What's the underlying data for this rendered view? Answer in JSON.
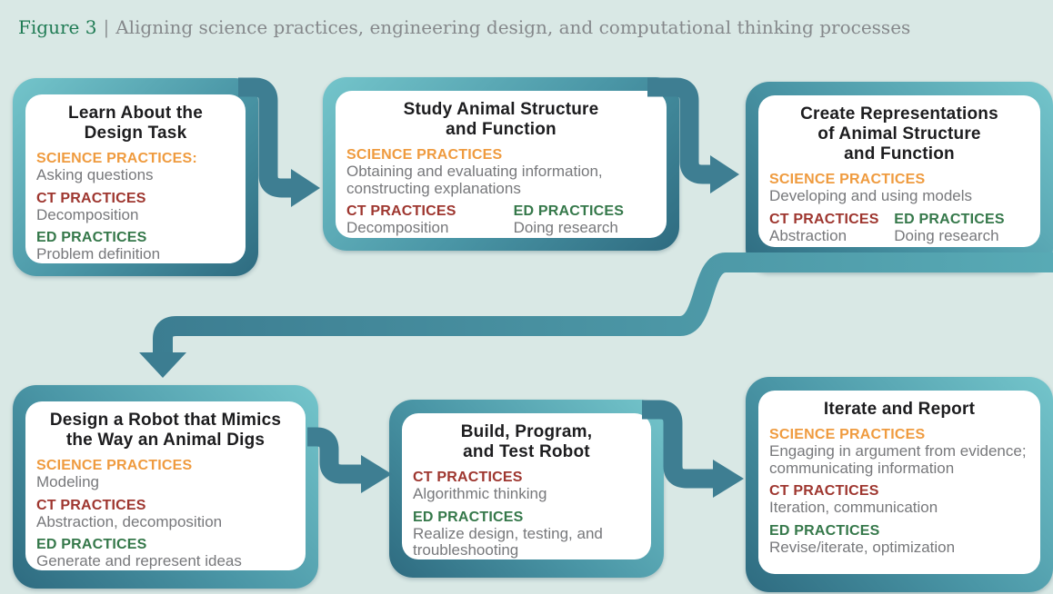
{
  "title": {
    "figure_label": "Figure 3",
    "separator": "|",
    "text": "Aligning science practices, engineering design, and computational thinking processes"
  },
  "colors": {
    "background": "#d9e8e5",
    "frame_light": "#74c5cb",
    "frame_dark": "#2e6b80",
    "connector": "#3e7e92",
    "science_label": "#ef9b3f",
    "ct_label": "#9e362f",
    "ed_label": "#35784a",
    "body_text": "#77787b",
    "heading_text": "#1d1d1f",
    "figure_label_green": "#1f7b54"
  },
  "boxes": [
    {
      "title": "Learn About the\nDesign Task",
      "sections": [
        {
          "type": "science",
          "label": "SCIENCE PRACTICES:",
          "text": "Asking questions"
        },
        {
          "type": "ct",
          "label": "CT PRACTICES",
          "text": "Decomposition"
        },
        {
          "type": "ed",
          "label": "ED PRACTICES",
          "text": "Problem definition"
        }
      ]
    },
    {
      "title": "Study Animal Structure\nand Function",
      "sections": [
        {
          "type": "science",
          "label": "SCIENCE PRACTICES",
          "text": "Obtaining and evaluating information, constructing explanations"
        }
      ],
      "columns": [
        {
          "type": "ct",
          "label": "CT PRACTICES",
          "text": "Decomposition"
        },
        {
          "type": "ed",
          "label": "ED PRACTICES",
          "text": "Doing research"
        }
      ]
    },
    {
      "title": "Create Representations\nof Animal Structure\nand Function",
      "sections": [
        {
          "type": "science",
          "label": "SCIENCE PRACTICES",
          "text": "Developing and using models"
        }
      ],
      "columns": [
        {
          "type": "ct",
          "label": "CT PRACTICES",
          "text": "Abstraction"
        },
        {
          "type": "ed",
          "label": "ED PRACTICES",
          "text": "Doing research"
        }
      ]
    },
    {
      "title": "Design a Robot that Mimics\nthe Way an Animal Digs",
      "sections": [
        {
          "type": "science",
          "label": "SCIENCE PRACTICES",
          "text": "Modeling"
        },
        {
          "type": "ct",
          "label": "CT PRACTICES",
          "text": "Abstraction, decomposition"
        },
        {
          "type": "ed",
          "label": "ED PRACTICES",
          "text": "Generate and represent ideas"
        }
      ]
    },
    {
      "title": "Build, Program,\nand Test Robot",
      "sections": [
        {
          "type": "ct",
          "label": "CT PRACTICES",
          "text": "Algorithmic thinking"
        },
        {
          "type": "ed",
          "label": "ED PRACTICES",
          "text": "Realize design, testing, and troubleshooting"
        }
      ]
    },
    {
      "title": "Iterate and Report",
      "sections": [
        {
          "type": "science",
          "label": "SCIENCE PRACTICES",
          "text": "Engaging in argument from evidence; communicating information"
        },
        {
          "type": "ct",
          "label": "CT PRACTICES",
          "text": "Iteration, communication"
        },
        {
          "type": "ed",
          "label": "ED PRACTICES",
          "text": "Revise/iterate, optimization"
        }
      ]
    }
  ]
}
